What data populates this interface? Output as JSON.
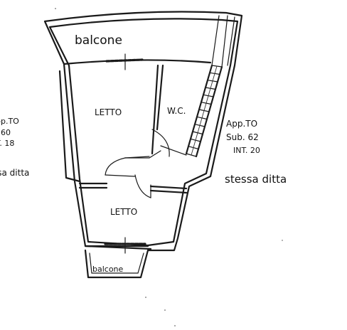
{
  "rooms": {
    "top_balcony": "balcone",
    "bedroom_upper": "LETTO",
    "wc": "W.C.",
    "bedroom_lower": "LETTO",
    "bottom_balcony": "balcone"
  },
  "neighbor_left": {
    "line1": "pp.TO",
    "line2": ". 60",
    "line3": "T. 18",
    "line4": "ssa ditta"
  },
  "neighbor_right": {
    "line1": "App.TO",
    "line2": "Sub. 62",
    "line3": "INT. 20",
    "line4": "stessa ditta"
  }
}
